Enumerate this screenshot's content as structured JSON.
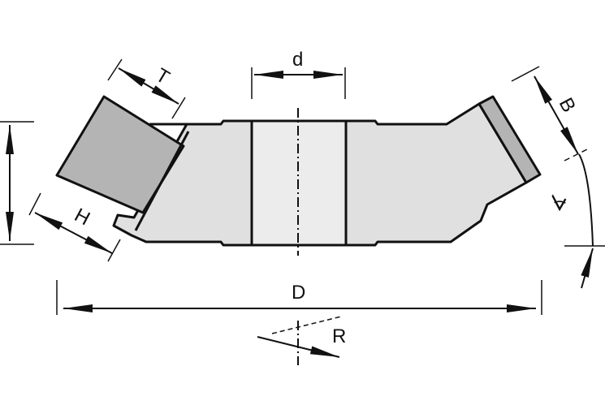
{
  "labels": {
    "T": "T",
    "d": "d",
    "B": "B",
    "H": "H",
    "D": "D",
    "R": "R",
    "angle": "∡"
  },
  "colors": {
    "body": "#e0e0e0",
    "tooth": "#b4b4b4",
    "bore": "#ececec",
    "line": "#111111"
  }
}
